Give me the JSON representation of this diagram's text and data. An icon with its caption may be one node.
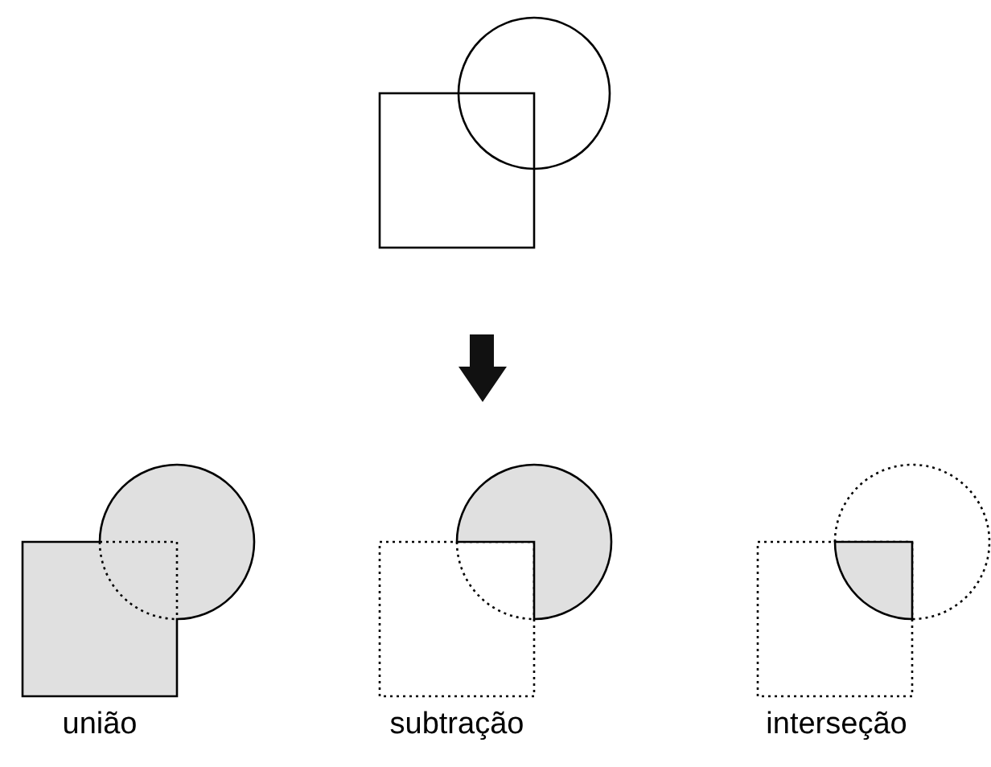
{
  "diagram": {
    "labels": [
      "união",
      "subtração",
      "interseção"
    ]
  }
}
